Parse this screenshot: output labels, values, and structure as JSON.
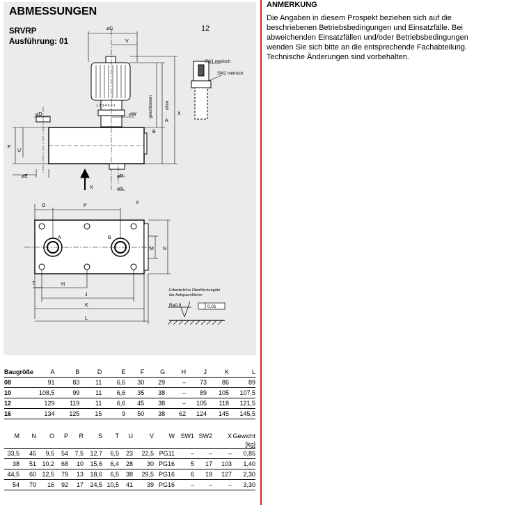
{
  "header": {
    "title": "ABMESSUNGEN",
    "model": "SRVRP",
    "version": "Ausführung: 01",
    "page_number": "12"
  },
  "drawing": {
    "labels": {
      "g": "⌀G",
      "v": "V",
      "sw1": "SW1 metrisch",
      "sw2": "SW2 metrisch",
      "closed": "geschlossen",
      "open": "offen",
      "a": "A",
      "b": "B",
      "x": "X",
      "d": "⌀D",
      "w": "⌀W",
      "f": "F",
      "u": "U",
      "e": "⌀E",
      "r": "⌀R",
      "s": "⌀S",
      "x_arrow": "X",
      "o": "O",
      "p": "P",
      "x_view": "X",
      "port_a": "A",
      "port_b": "B",
      "m": "M",
      "n": "N",
      "t": "T",
      "h": "H",
      "j": "J",
      "k": "K",
      "l": "L",
      "scale": "1 2 3 4 5 6 7"
    },
    "surface": {
      "caption_1": "Erforderliche Oberflächengüte",
      "caption_2": "der Aufspannfläche:",
      "roughness": "Ra0,8",
      "flatness": "0,01"
    }
  },
  "note": {
    "title": "ANMERKUNG",
    "lines": [
      "Die Angaben in diesem Prospekt beziehen sich auf die",
      "beschriebenen Betriebsbedingungen und Einsatzfälle. Bei",
      "abweichenden Einsatzfällen und/oder Betriebsbedingungen",
      "wenden Sie sich bitte an die entsprechende Fachabteilung.",
      "Technische Änderungen sind vorbehalten."
    ]
  },
  "table1": {
    "headers": [
      "Baugröße",
      "A",
      "B",
      "D",
      "E",
      "F",
      "G",
      "H",
      "J",
      "K",
      "L"
    ],
    "rows": [
      [
        "08",
        "91",
        "83",
        "11",
        "6,6",
        "30",
        "29",
        "–",
        "73",
        "86",
        "89"
      ],
      [
        "10",
        "108,5",
        "99",
        "11",
        "6,6",
        "35",
        "38",
        "–",
        "89",
        "105",
        "107,5"
      ],
      [
        "12",
        "129",
        "119",
        "11",
        "6,6",
        "45",
        "38",
        "–",
        "105",
        "118",
        "121,5"
      ],
      [
        "16",
        "134",
        "125",
        "15",
        "9",
        "50",
        "38",
        "62",
        "124",
        "145",
        "145,5"
      ]
    ]
  },
  "table2": {
    "headers": [
      "M",
      "N",
      "O",
      "P",
      "R",
      "S",
      "T",
      "U",
      "V",
      "W",
      "SW1",
      "SW2",
      "X",
      "Gewicht"
    ],
    "unit": "[kg]",
    "rows": [
      [
        "33,5",
        "45",
        "9,5",
        "54",
        "7,5",
        "12,7",
        "6,5",
        "23",
        "22,5",
        "PG11",
        "–",
        "–",
        "–",
        "0,85"
      ],
      [
        "38",
        "51",
        "10,2",
        "68",
        "10",
        "15,6",
        "6,4",
        "28",
        "30",
        "PG16",
        "5",
        "17",
        "103",
        "1,40"
      ],
      [
        "44,5",
        "60",
        "12,5",
        "79",
        "13",
        "18,6",
        "6,5",
        "38",
        "29,5",
        "PG16",
        "6",
        "19",
        "127",
        "2,30"
      ],
      [
        "54",
        "70",
        "16",
        "92",
        "17",
        "24,5",
        "10,5",
        "41",
        "39",
        "PG16",
        "–",
        "–",
        "–",
        "3,30"
      ]
    ]
  }
}
